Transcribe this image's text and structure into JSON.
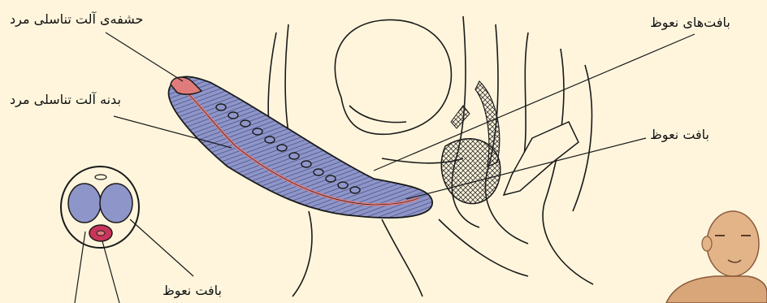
{
  "labels": {
    "glans": "حشفه‌ی آلت تناسلی مرد",
    "shaft": "بدنه آلت تناسلی مرد",
    "erectile_tissues": "بافت‌های نعوظ",
    "erectile_tissue_right": "بافت نعوظ",
    "erectile_tissue_cross_section": "بافت نعوظ"
  },
  "colors": {
    "background": "#fef5dc",
    "erectile_tissue": "#8e95c8",
    "urethra": "#e07b7b",
    "outline": "#1a1a1a",
    "skin": "#d9a679"
  }
}
